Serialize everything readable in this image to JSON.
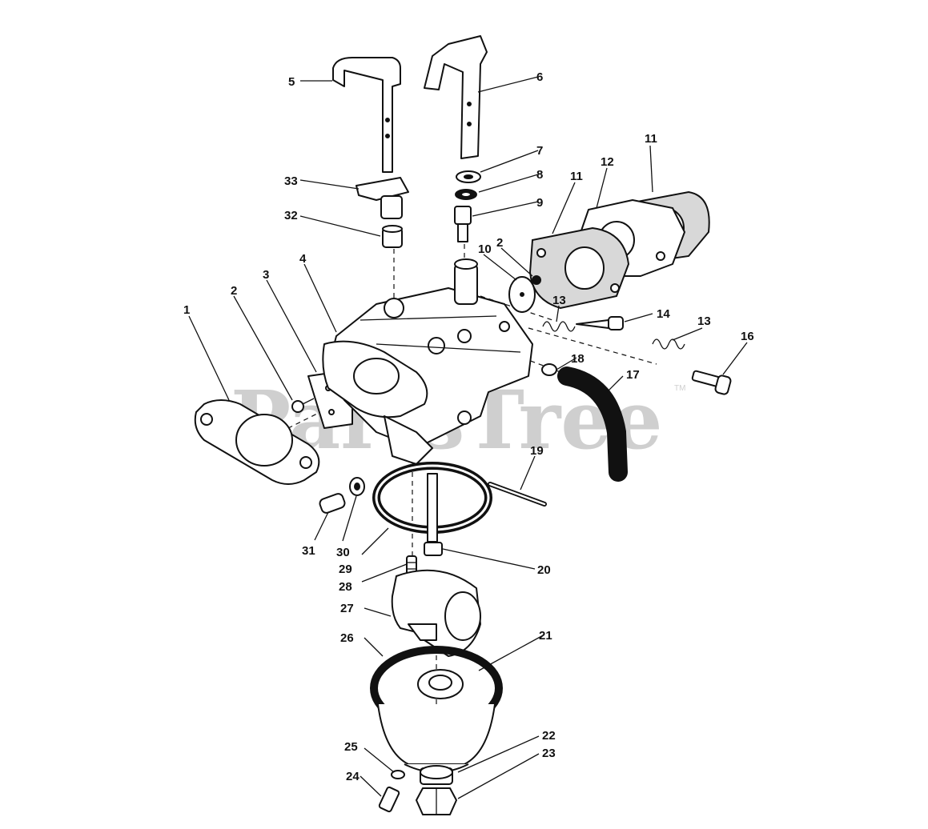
{
  "watermark": {
    "text": "PartsTree",
    "trademark": "TM"
  },
  "callouts": [
    {
      "id": "1",
      "label": "1"
    },
    {
      "id": "2a",
      "label": "2"
    },
    {
      "id": "2b",
      "label": "2"
    },
    {
      "id": "3",
      "label": "3"
    },
    {
      "id": "4",
      "label": "4"
    },
    {
      "id": "5",
      "label": "5"
    },
    {
      "id": "6",
      "label": "6"
    },
    {
      "id": "7",
      "label": "7"
    },
    {
      "id": "8",
      "label": "8"
    },
    {
      "id": "9",
      "label": "9"
    },
    {
      "id": "10",
      "label": "10"
    },
    {
      "id": "11a",
      "label": "11"
    },
    {
      "id": "11b",
      "label": "11"
    },
    {
      "id": "12",
      "label": "12"
    },
    {
      "id": "13a",
      "label": "13"
    },
    {
      "id": "13b",
      "label": "13"
    },
    {
      "id": "14",
      "label": "14"
    },
    {
      "id": "16",
      "label": "16"
    },
    {
      "id": "17",
      "label": "17"
    },
    {
      "id": "18",
      "label": "18"
    },
    {
      "id": "19",
      "label": "19"
    },
    {
      "id": "20",
      "label": "20"
    },
    {
      "id": "21",
      "label": "21"
    },
    {
      "id": "22",
      "label": "22"
    },
    {
      "id": "23",
      "label": "23"
    },
    {
      "id": "24",
      "label": "24"
    },
    {
      "id": "25",
      "label": "25"
    },
    {
      "id": "26",
      "label": "26"
    },
    {
      "id": "27",
      "label": "27"
    },
    {
      "id": "28",
      "label": "28"
    },
    {
      "id": "29",
      "label": "29"
    },
    {
      "id": "30",
      "label": "30"
    },
    {
      "id": "31",
      "label": "31"
    },
    {
      "id": "32",
      "label": "32"
    },
    {
      "id": "33",
      "label": "33"
    }
  ]
}
